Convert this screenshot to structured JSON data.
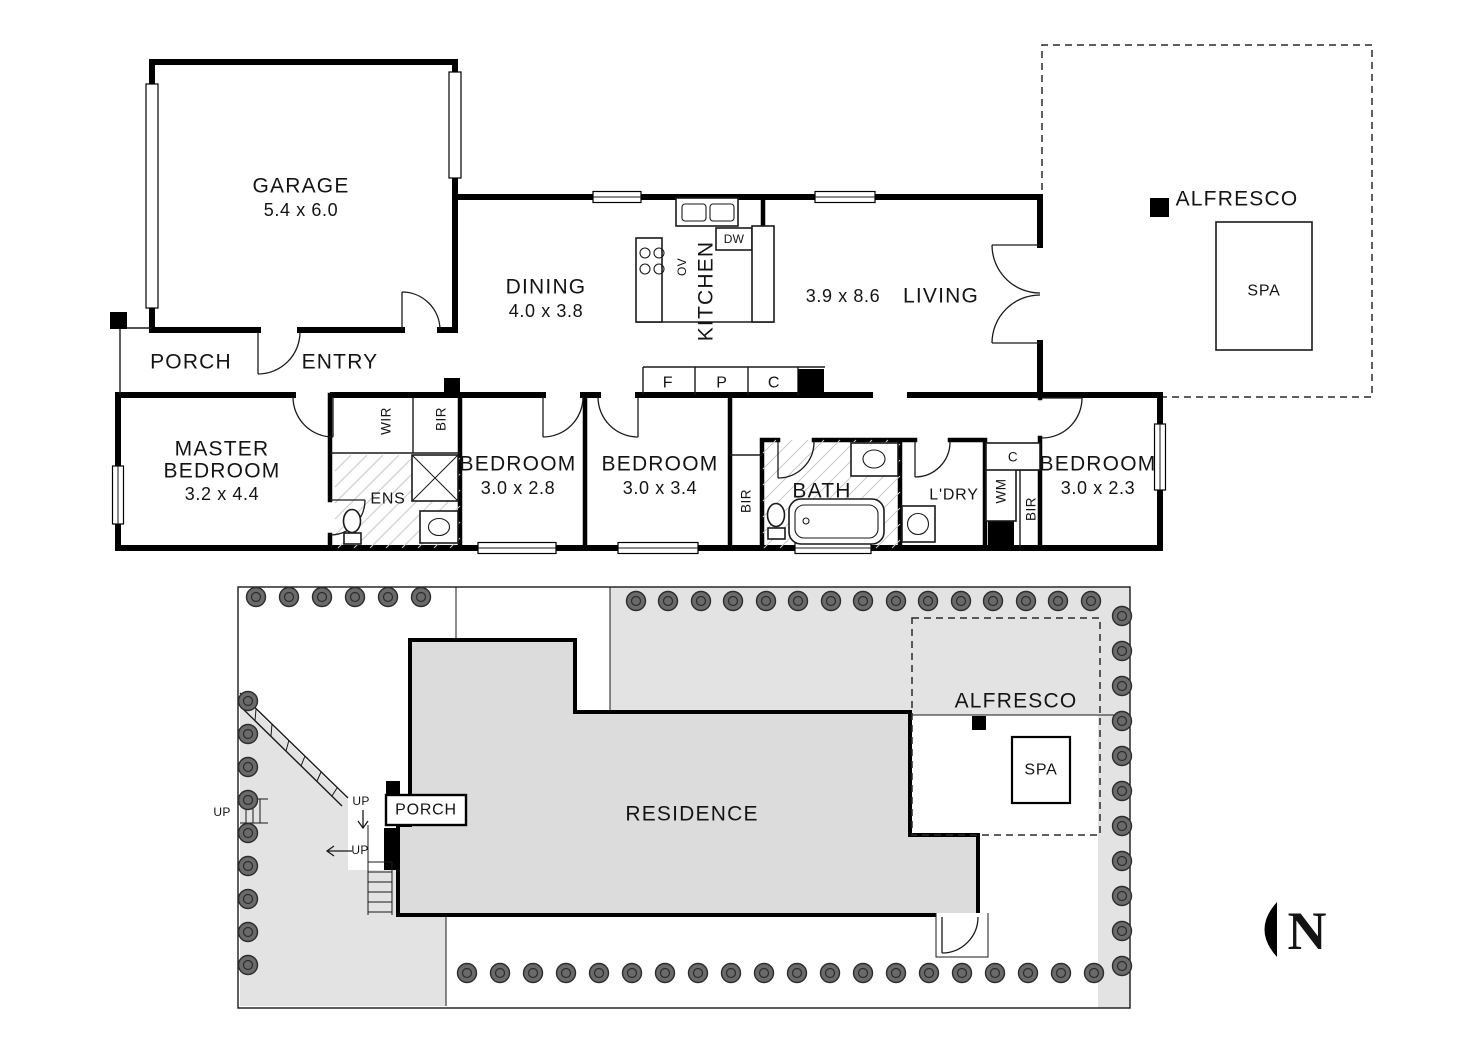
{
  "floorplan": {
    "garage_label": "GARAGE",
    "garage_size": "5.4 x 6.0",
    "porch": "PORCH",
    "entry": "ENTRY",
    "dining_label": "DINING",
    "dining_size": "4.0 x 3.8",
    "kitchen": "KITCHEN",
    "dw": "DW",
    "ov": "OV",
    "living_size": "3.9 x 8.6",
    "living_label": "LIVING",
    "alfresco": "ALFRESCO",
    "spa": "SPA",
    "fridge": "F",
    "pantry": "P",
    "cupboard": "C",
    "master_line1": "MASTER",
    "master_line2": "BEDROOM",
    "master_size": "3.2 x 4.4",
    "wir": "WIR",
    "bir_entry": "BIR",
    "ens": "ENS",
    "bed2_label": "BEDROOM",
    "bed2_size": "3.0 x 2.8",
    "bed3_label": "BEDROOM",
    "bed3_size": "3.0 x 3.4",
    "bed3_bir": "BIR",
    "bath": "BATH",
    "laundry": "L'DRY",
    "wm": "WM",
    "cupboard2": "C",
    "bed4_bir": "BIR",
    "bed4_label": "BEDROOM",
    "bed4_size": "3.0 x 2.3"
  },
  "siteplan": {
    "residence": "RESIDENCE",
    "porch": "PORCH",
    "alfresco": "ALFRESCO",
    "spa": "SPA",
    "up1": "UP",
    "up2": "UP",
    "up3": "UP",
    "north": "N"
  },
  "colors": {
    "wall": "#000000",
    "residence_fill": "#dcdcdc",
    "paving_fill": "#e3e3e3",
    "tree": "#6a6a6a",
    "background": "#ffffff"
  }
}
